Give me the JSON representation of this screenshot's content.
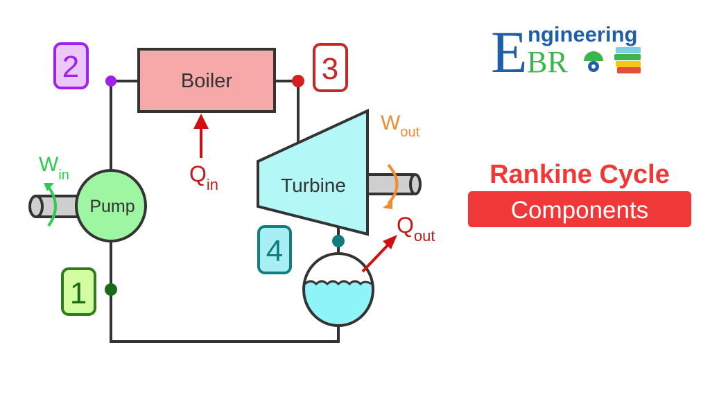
{
  "diagram": {
    "components": {
      "boiler": "Boiler",
      "pump": "Pump",
      "turbine": "Turbine"
    },
    "states": [
      "1",
      "2",
      "3",
      "4"
    ],
    "energy": {
      "w_in": {
        "main": "W",
        "sub": "in"
      },
      "q_in": {
        "main": "Q",
        "sub": "in"
      },
      "w_out": {
        "main": "W",
        "sub": "out"
      },
      "q_out": {
        "main": "Q",
        "sub": "out"
      }
    },
    "colors": {
      "state1": "#2e9a1c",
      "state2": "#a020f0",
      "state3": "#c62828",
      "state4": "#127d7d",
      "boiler": "#f7a8a8",
      "pump": "#9ef5a2",
      "turbine": "#b4f7f7",
      "heat": "#d01010",
      "work_out": "#f08c30",
      "work_in": "#2ecc50"
    }
  },
  "logo": {
    "letter_e": "E",
    "word": "ngineering",
    "bro": "BR"
  },
  "title": {
    "line1": "Rankine Cycle",
    "line2": "Components",
    "color": "#f03838"
  }
}
